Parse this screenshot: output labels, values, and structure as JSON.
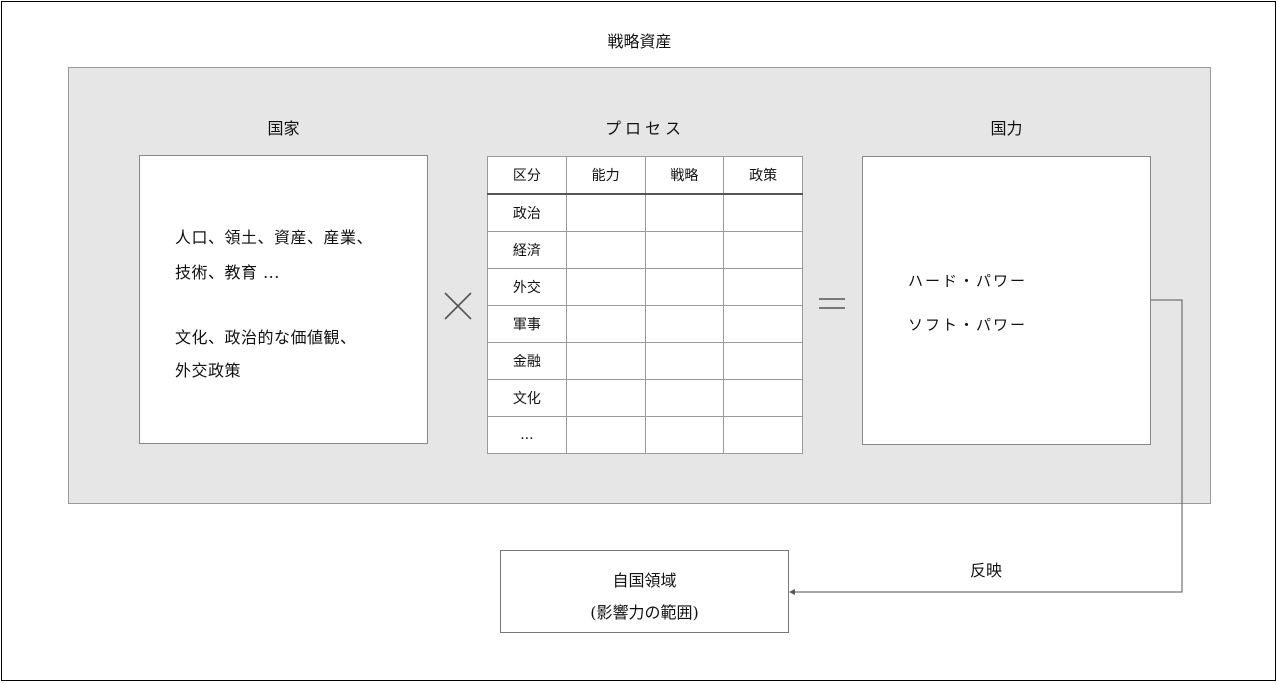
{
  "diagram": {
    "title": "戦略資産",
    "state": {
      "heading": "国家",
      "line1": "人口、領土、資産、産業、",
      "line2": "技術、教育 ...",
      "line3": "文化、政治的な価値観、",
      "line4": "外交政策"
    },
    "process": {
      "heading": "プロセス",
      "columns": [
        "区分",
        "能力",
        "戦略",
        "政策"
      ],
      "rows": [
        "政治",
        "経済",
        "外交",
        "軍事",
        "金融",
        "文化",
        "..."
      ]
    },
    "power": {
      "heading": "国力",
      "hard": "ハード・パワー",
      "soft": "ソフト・パワー"
    },
    "operators": {
      "multiply": "×",
      "equals": "="
    },
    "feedback_label": "反映",
    "result": {
      "line1": "自国領域",
      "line2": "(影響力の範囲)"
    }
  }
}
